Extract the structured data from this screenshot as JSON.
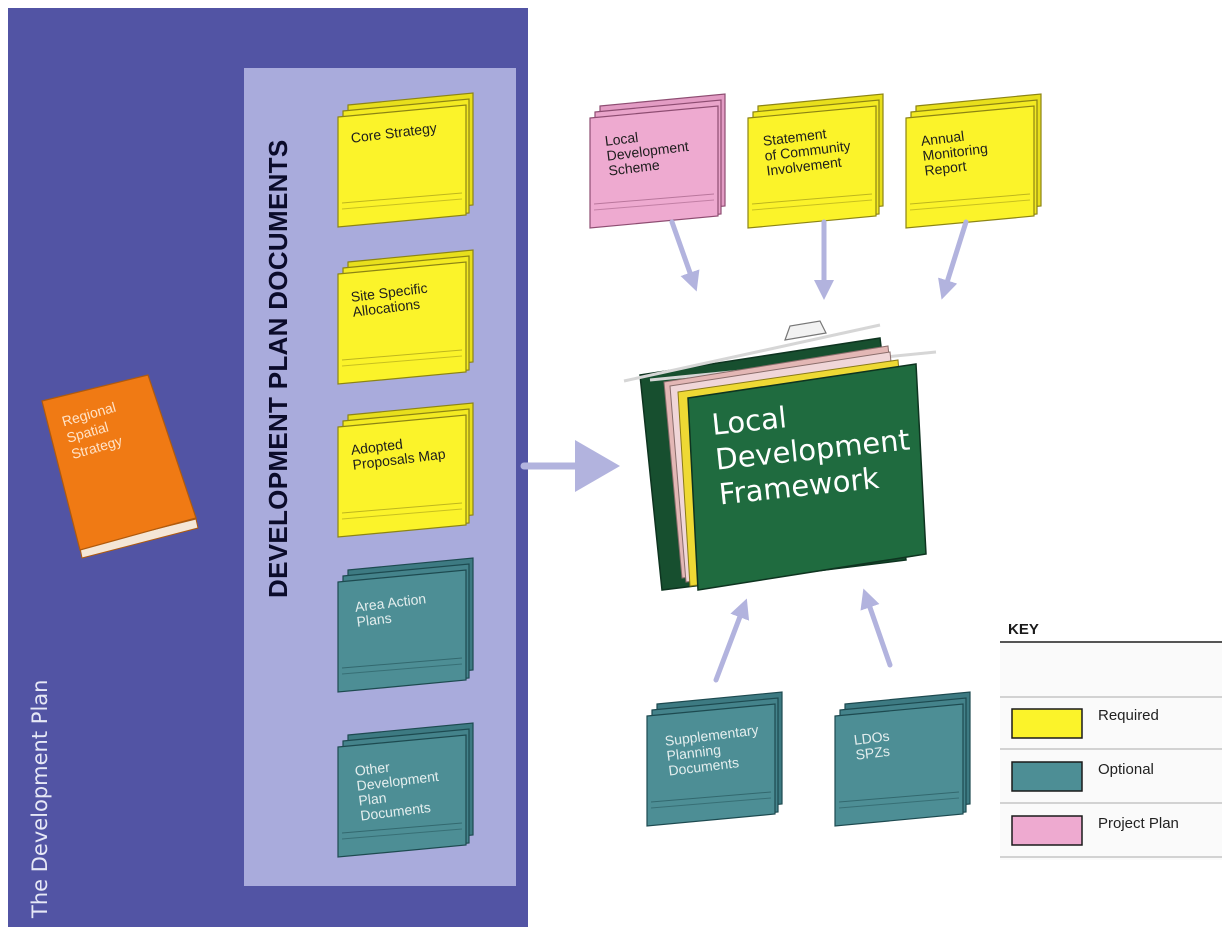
{
  "left_panel": {
    "label": "The Development Plan",
    "colors": {
      "outer": "#5254a4",
      "inner": "#a9abdc"
    }
  },
  "regional_spatial_strategy": {
    "label": "Regional\nSpatial\nStrategy",
    "color": "#f07a14"
  },
  "development_plan_documents": {
    "heading": "DEVELOPMENT PLAN DOCUMENTS",
    "folders": [
      {
        "label": "Core Strategy",
        "status": "Required"
      },
      {
        "label": "Site Specific\nAllocations",
        "status": "Required"
      },
      {
        "label": "Adopted\nProposals Map",
        "status": "Required"
      },
      {
        "label": "Area Action\nPlans",
        "status": "Optional"
      },
      {
        "label": "Other\nDevelopment\nPlan\nDocuments",
        "status": "Optional"
      }
    ]
  },
  "top_documents": [
    {
      "label": "Local\nDevelopment\nScheme",
      "status": "Project Plan"
    },
    {
      "label": "Statement\nof Community\nInvolvement",
      "status": "Required"
    },
    {
      "label": "Annual\nMonitoring\nReport",
      "status": "Required"
    }
  ],
  "framework": {
    "label": "Local\nDevelopment\nFramework",
    "color": "#1f6b3f"
  },
  "bottom_documents": [
    {
      "label": "Supplementary\nPlanning\nDocuments",
      "status": "Optional"
    },
    {
      "label": "LDOs\nSPZs",
      "status": "Optional"
    }
  ],
  "key": {
    "title": "KEY",
    "items": [
      {
        "label": "Required",
        "color": "#fbf32a"
      },
      {
        "label": "Optional",
        "color": "#4d8e95"
      },
      {
        "label": "Project Plan",
        "color": "#eeaad0"
      }
    ]
  },
  "arrow_color": "#b2b3de"
}
